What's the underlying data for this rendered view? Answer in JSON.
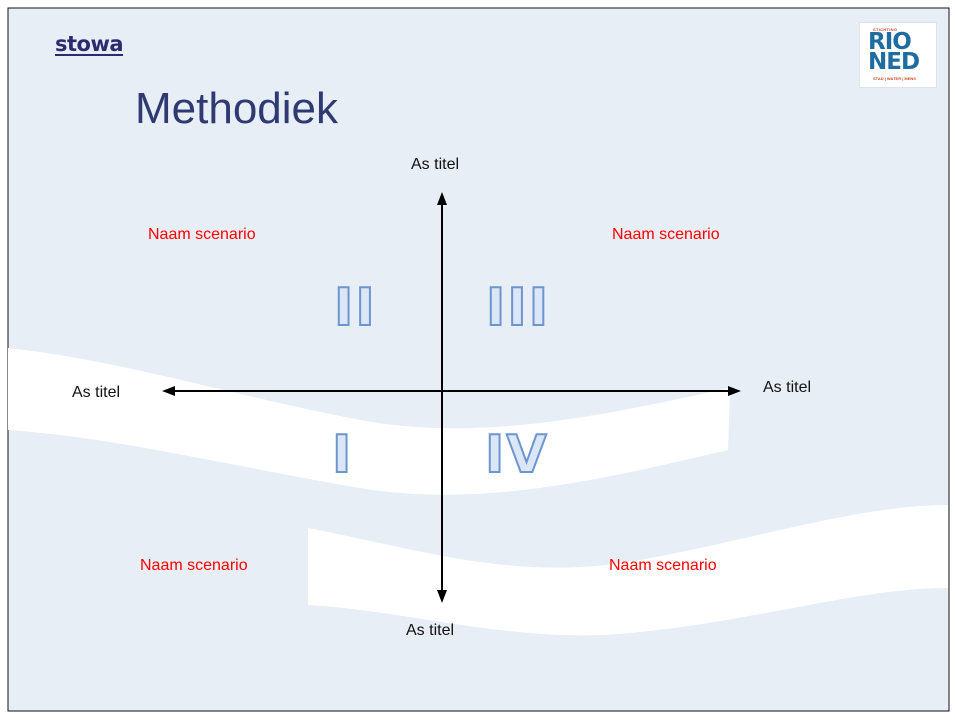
{
  "header": {
    "brand_left": "stowa",
    "logo_right": {
      "small_top": "STICHTING",
      "line1": "RIO",
      "line2": "NED",
      "footer": "STAD | WATER | MENS"
    }
  },
  "title": "Methodiek",
  "axes": {
    "top": "As titel",
    "bottom": "As titel",
    "left": "As titel",
    "right": "As titel"
  },
  "scenarios": {
    "top_left": "Naam scenario",
    "top_right": "Naam scenario",
    "bottom_left": "Naam scenario",
    "bottom_right": "Naam scenario"
  },
  "quadrants": {
    "II": "II",
    "III": "III",
    "I": "I",
    "IV": "IV"
  },
  "colors": {
    "background": "#e8eef5",
    "wave": "#ffffff",
    "title": "#2f3a73",
    "scenario_text": "#ff0000",
    "quadrant_fill": "#dbe7f6",
    "quadrant_stroke": "#6d96cf"
  }
}
